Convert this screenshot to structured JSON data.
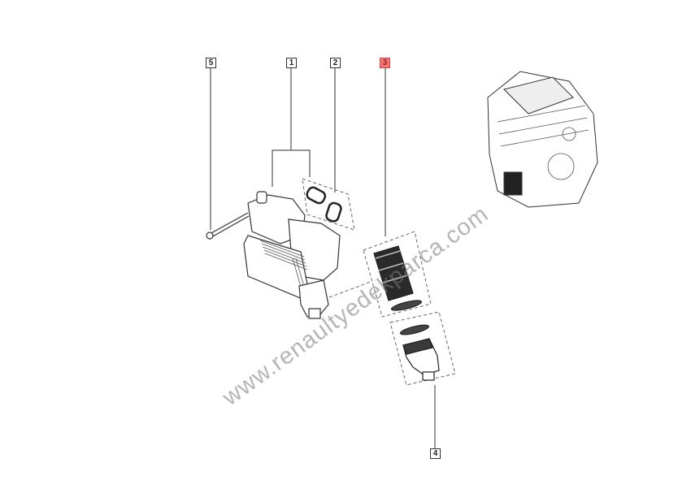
{
  "diagram": {
    "type": "exploded parts diagram",
    "subject": "Oil filter housing / oil cooler assembly",
    "callouts": [
      {
        "id": "5",
        "label": "5",
        "part": "bolt",
        "highlighted": false
      },
      {
        "id": "1",
        "label": "1",
        "part": "oil filter housing with oil cooler",
        "highlighted": false
      },
      {
        "id": "2",
        "label": "2",
        "part": "gaskets",
        "highlighted": false
      },
      {
        "id": "3",
        "label": "3",
        "part": "oil filter element",
        "highlighted": true
      },
      {
        "id": "4",
        "label": "4",
        "part": "oil filter cap",
        "highlighted": false
      }
    ],
    "highlight_color": "#f07a7a",
    "thumbnail": "engine-overview"
  },
  "watermark": {
    "text": "www.renaultyedekparca.com"
  }
}
